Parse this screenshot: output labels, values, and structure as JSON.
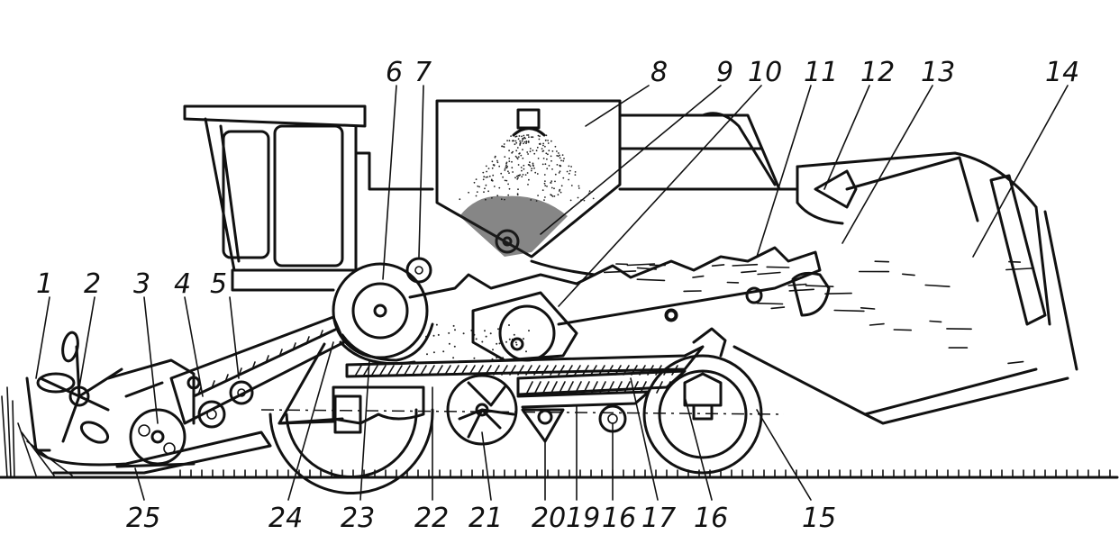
{
  "callouts": [
    {
      "id": "1",
      "text": "1"
    },
    {
      "id": "2",
      "text": "2"
    },
    {
      "id": "3",
      "text": "3"
    },
    {
      "id": "4",
      "text": "4"
    },
    {
      "id": "5",
      "text": "5"
    },
    {
      "id": "6",
      "text": "6"
    },
    {
      "id": "7",
      "text": "7"
    },
    {
      "id": "8",
      "text": "8"
    },
    {
      "id": "9",
      "text": "9"
    },
    {
      "id": "10",
      "text": "10"
    },
    {
      "id": "11",
      "text": "11"
    },
    {
      "id": "12",
      "text": "12"
    },
    {
      "id": "13",
      "text": "13"
    },
    {
      "id": "14",
      "text": "14"
    },
    {
      "id": "15",
      "text": "15"
    },
    {
      "id": "16a",
      "text": "16"
    },
    {
      "id": "16b",
      "text": "16"
    },
    {
      "id": "17",
      "text": "17"
    },
    {
      "id": "19",
      "text": "19"
    },
    {
      "id": "20",
      "text": "20"
    },
    {
      "id": "21",
      "text": "21"
    },
    {
      "id": "22",
      "text": "22"
    },
    {
      "id": "23",
      "text": "23"
    },
    {
      "id": "24",
      "text": "24"
    },
    {
      "id": "25",
      "text": "25"
    }
  ],
  "colors": {
    "ink": "#111111",
    "paper": "#ffffff"
  }
}
